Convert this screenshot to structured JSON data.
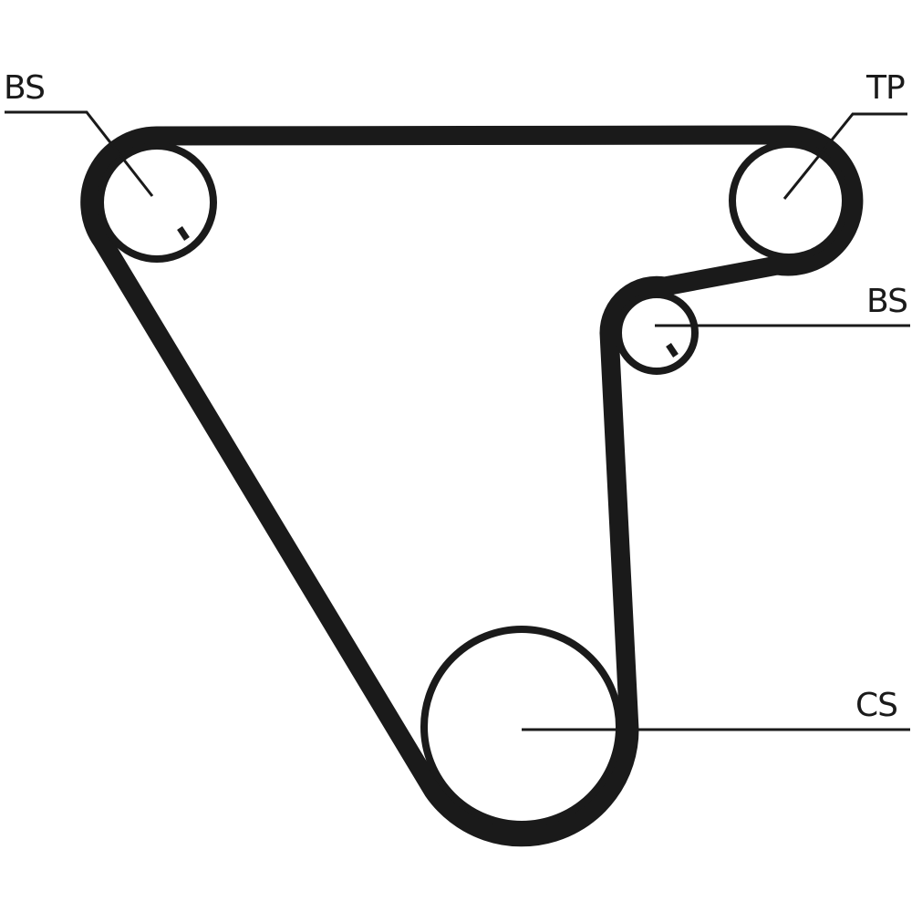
{
  "diagram": {
    "type": "timing-belt-routing",
    "colors": {
      "belt": "#1a1a1a",
      "background": "#ffffff"
    },
    "labels": {
      "bs_top_left": "BS",
      "tp": "TP",
      "bs_right": "BS",
      "cs": "CS"
    }
  }
}
